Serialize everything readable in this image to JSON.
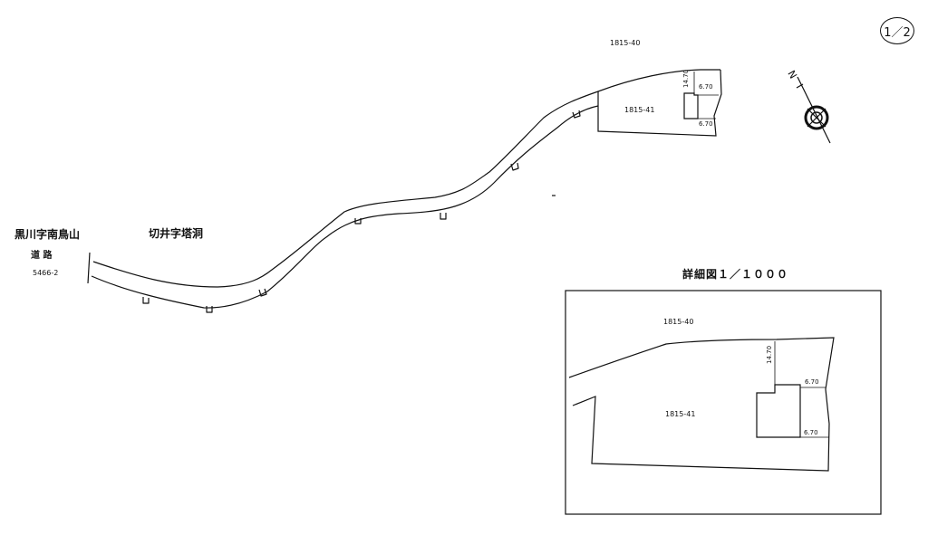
{
  "page_number": "1／2",
  "locality": {
    "left_area": "黒川字南鳥山",
    "road_kind": "道 路",
    "road_number": "5466-2",
    "center_area": "切井字塔洞"
  },
  "main_plan": {
    "north_parcel": "1815-40",
    "subject_parcel": "1815-41",
    "dim_depth": "14.70",
    "dim_width_top": "6.70",
    "dim_width_bottom": "6.70"
  },
  "detail_plan": {
    "title": "詳細図１／１０００",
    "north_parcel": "1815-40",
    "subject_parcel": "1815-41",
    "dim_depth": "14.70",
    "dim_width_top": "6.70",
    "dim_width_bottom": "6.70"
  },
  "compass": {
    "north_letter": "N"
  }
}
